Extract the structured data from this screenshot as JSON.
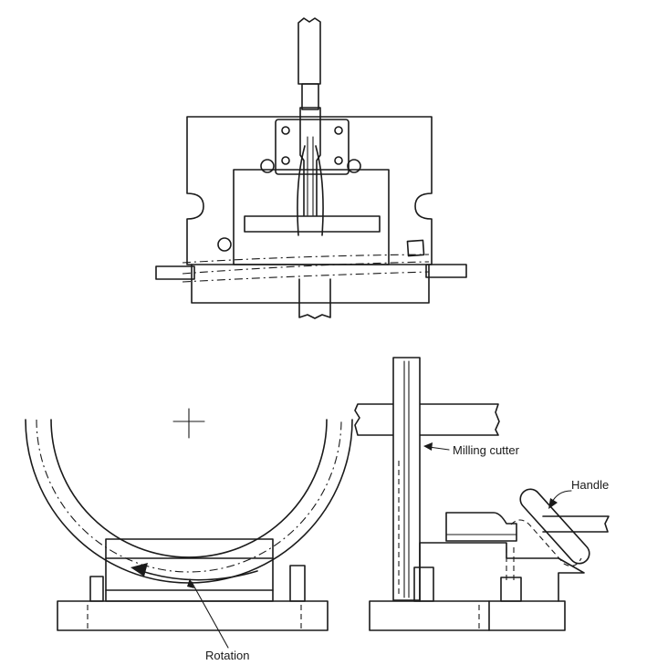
{
  "labels": {
    "milling_cutter": "Milling cutter",
    "handle": "Handle",
    "rotation": "Rotation"
  },
  "colors": {
    "ink": "#1a1a1a",
    "paper": "#ffffff"
  }
}
